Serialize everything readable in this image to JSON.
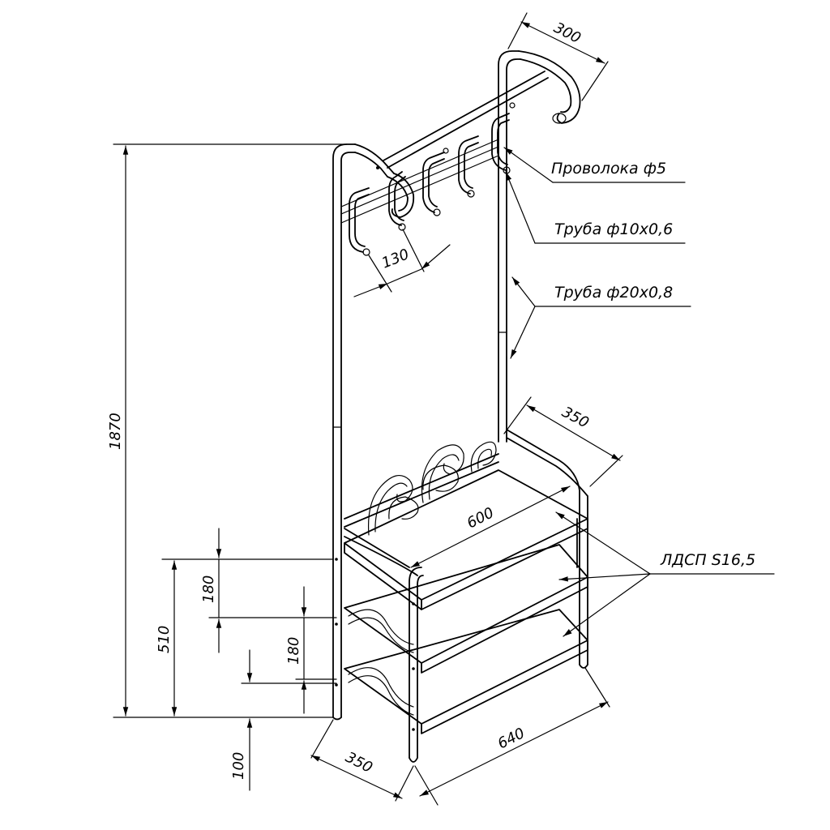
{
  "callouts": {
    "wire": "Проволока ф5",
    "tube_small": "Труба ф10х0,6",
    "tube_large": "Труба ф20х0,8",
    "panel": "ЛДСП S16,5"
  },
  "dimensions": {
    "top_depth": "300",
    "hook_spacing": "130",
    "shelf_depth_top": "350",
    "shelf_width": "600",
    "total_height": "1870",
    "shelf_gap_1": "180",
    "shelf_gap_2": "180",
    "shelf_block": "510",
    "leg_height": "100",
    "base_depth": "350",
    "base_width": "640"
  }
}
